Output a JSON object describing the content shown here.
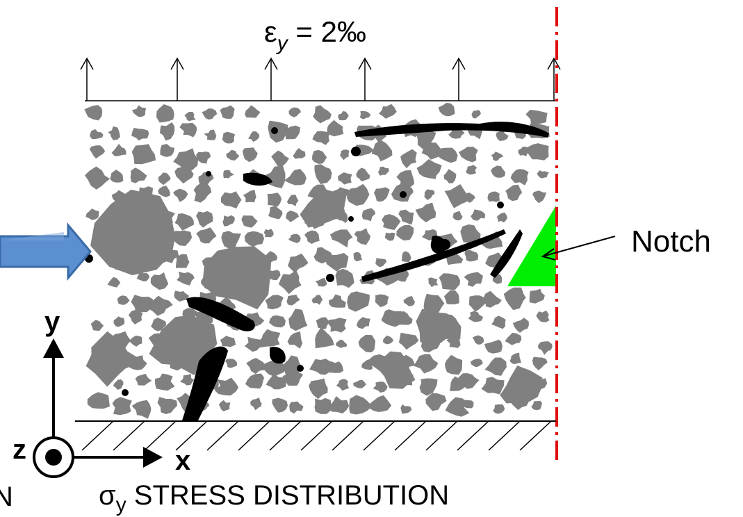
{
  "strain": {
    "symbol": "ε",
    "subscript": "y",
    "rest": " = 2‰"
  },
  "notch": {
    "label": "Notch"
  },
  "axes": {
    "x_label": "x",
    "y_label": "y",
    "z_label": "z"
  },
  "stress": {
    "symbol": "σ",
    "subscript": "y",
    "rest": " STRESS DISTRIBUTION"
  },
  "left_cutoff_text": "N",
  "colors": {
    "matrix": "#ffffff",
    "aggregate": "#808080",
    "void": "#000000",
    "notch": "#00ee00",
    "symmetry_line": "#e01010",
    "arrow_fill": "#5b8fcf",
    "arrow_stroke": "#3a6aa8"
  },
  "icons": {
    "load_arrows": "up-arrow-icon",
    "input_arrow": "right-arrow-icon",
    "z_axis": "out-of-plane-icon",
    "support": "fixed-support-hatch-icon"
  }
}
